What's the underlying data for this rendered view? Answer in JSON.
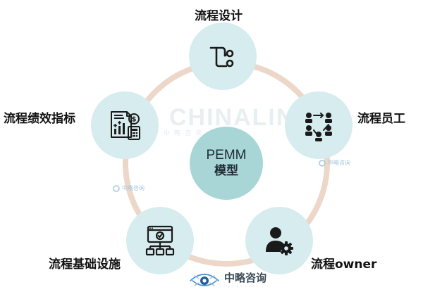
{
  "center": {
    "line1": "PEMM",
    "line2": "模型"
  },
  "nodes": [
    {
      "label": "流程设计",
      "icon": "flow-design-icon"
    },
    {
      "label": "流程员工",
      "icon": "team-workflow-icon"
    },
    {
      "label": "流程owner",
      "icon": "user-gear-icon"
    },
    {
      "label": "流程基础设施",
      "icon": "infrastructure-network-icon"
    },
    {
      "label": "流程绩效指标",
      "icon": "performance-report-icon"
    }
  ],
  "watermark": {
    "text": "CHINALIN",
    "subtext": "中略咨询"
  },
  "brand": {
    "name": "中略咨询"
  },
  "colors": {
    "ring": "#ecd7c9",
    "node_fill": "#d7ecef",
    "center_fill": "#a8d6d7",
    "icon": "#1a1a1a",
    "label": "#111111"
  }
}
